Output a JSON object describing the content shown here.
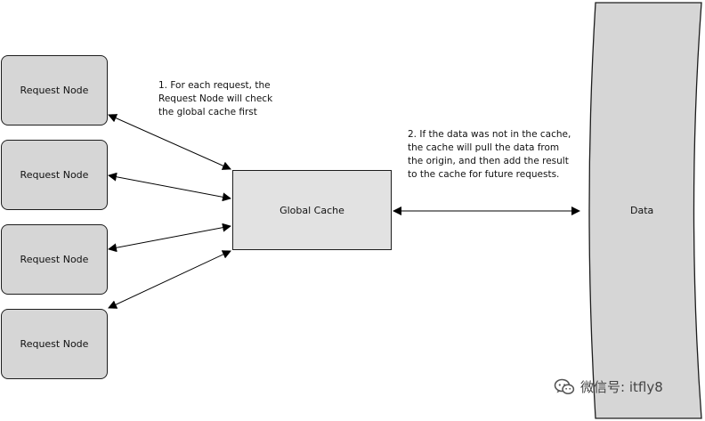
{
  "diagram": {
    "request_nodes": [
      {
        "label": "Request Node"
      },
      {
        "label": "Request Node"
      },
      {
        "label": "Request Node"
      },
      {
        "label": "Request Node"
      }
    ],
    "global_cache": {
      "label": "Global Cache"
    },
    "data_store": {
      "label": "Data"
    },
    "note_1": "1. For each request, the\nRequest Node will check\nthe global cache first",
    "note_2": "2. If the data was not in the cache,\nthe cache will pull the data from\nthe origin, and then add the result\nto the cache for future requests."
  },
  "watermark": {
    "icon": "wechat-icon",
    "text": "微信号: itfly8"
  }
}
